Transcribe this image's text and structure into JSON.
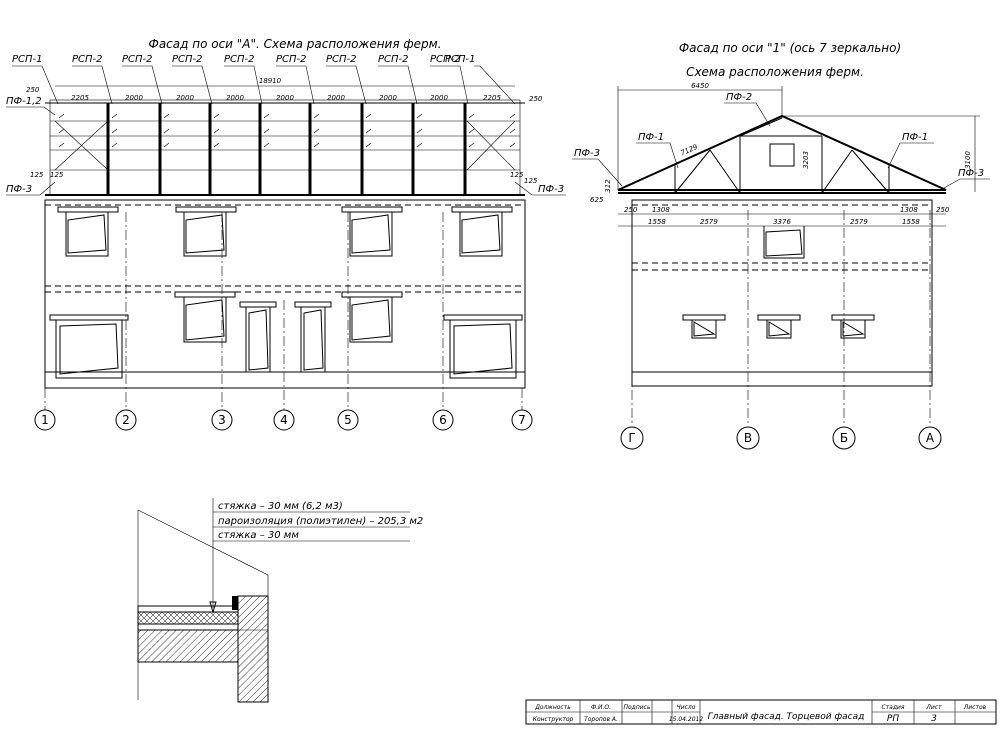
{
  "front_facade": {
    "title": "Фасад по оси \"А\". Схема расположения ферм.",
    "top_labels": [
      "РСП-1",
      "РСП-2",
      "РСП-2",
      "РСП-2",
      "РСП-2",
      "РСП-2",
      "РСП-2",
      "РСП-2",
      "РСП-2",
      "РСП-1"
    ],
    "side_labels": {
      "pf12": "ПФ-1,2",
      "pf3_left": "ПФ-3",
      "pf3_right": "ПФ-3"
    },
    "dims": [
      "2205",
      "2000",
      "2000",
      "2000",
      "2000",
      "2000",
      "2000",
      "2000",
      "2205"
    ],
    "dim_total": "18910",
    "dim_250_left": "250",
    "dim_250_right": "250",
    "dim_125_left": "125",
    "dim_125_left2": "125",
    "dim_125_right": "125",
    "dim_125_right2": "125",
    "axes": [
      "1",
      "2",
      "3",
      "4",
      "5",
      "6",
      "7"
    ]
  },
  "side_facade": {
    "title1": "Фасад по оси \"1\" (ось 7 зеркально)",
    "title2": "Схема расположения ферм.",
    "labels": {
      "pf2": "ПФ-2",
      "pf1_left": "ПФ-1",
      "pf1_right": "ПФ-1",
      "pf3_left": "ПФ-3",
      "pf3_right": "ПФ-3"
    },
    "dims_top": {
      "total": "6450",
      "slope": "7129",
      "rise": "3203",
      "height": "3100",
      "d312": "312",
      "d625": "625"
    },
    "dims_bottom": [
      "250",
      "1308",
      "3376",
      "1308",
      "250"
    ],
    "dims_bottom2": [
      "1558",
      "2579",
      "2579",
      "1558"
    ],
    "axes": [
      "Г",
      "В",
      "Б",
      "А"
    ]
  },
  "detail": {
    "lines": [
      "стяжка – 30 мм (6,2 м3)",
      "пароизоляция (полиэтилен) – 205,3 м2",
      "стяжка – 30 мм"
    ]
  },
  "title_block": {
    "headers": [
      "Должность",
      "Ф.И.О.",
      "Подпись",
      "Число",
      "Стадия",
      "Лист",
      "Листов"
    ],
    "role": "Конструктор",
    "name": "Торопов А.",
    "date": "15.04.2012",
    "sheet_title": "Главный фасад. Торцевой фасад",
    "stage": "РП",
    "sheet": "3",
    "sheets": ""
  }
}
